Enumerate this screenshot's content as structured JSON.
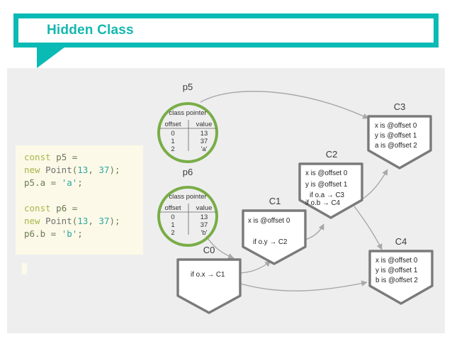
{
  "header": {
    "title": "Hidden Class"
  },
  "code": {
    "lines": [
      [
        {
          "t": "const",
          "c": "kw"
        },
        {
          "t": " p5 =",
          "c": "plain"
        }
      ],
      [
        {
          "t": "new",
          "c": "kw"
        },
        {
          "t": " ",
          "c": "plain"
        },
        {
          "t": "Point",
          "c": "fn"
        },
        {
          "t": "(",
          "c": "plain"
        },
        {
          "t": "13",
          "c": "num"
        },
        {
          "t": ", ",
          "c": "plain"
        },
        {
          "t": "37",
          "c": "num"
        },
        {
          "t": ");",
          "c": "plain"
        }
      ],
      [
        {
          "t": "p5.a = ",
          "c": "plain"
        },
        {
          "t": "'a'",
          "c": "str"
        },
        {
          "t": ";",
          "c": "plain"
        }
      ],
      [
        {
          "t": " ",
          "c": "plain"
        }
      ],
      [
        {
          "t": "const",
          "c": "kw"
        },
        {
          "t": " p6 =",
          "c": "plain"
        }
      ],
      [
        {
          "t": "new",
          "c": "kw"
        },
        {
          "t": " ",
          "c": "plain"
        },
        {
          "t": "Point",
          "c": "fn"
        },
        {
          "t": "(",
          "c": "plain"
        },
        {
          "t": "13",
          "c": "num"
        },
        {
          "t": ", ",
          "c": "plain"
        },
        {
          "t": "37",
          "c": "num"
        },
        {
          "t": ");",
          "c": "plain"
        }
      ],
      [
        {
          "t": "p6.b = ",
          "c": "plain"
        },
        {
          "t": "'b'",
          "c": "str"
        },
        {
          "t": ";",
          "c": "plain"
        }
      ]
    ]
  },
  "objects": [
    {
      "id": "p5",
      "label": "p5",
      "class_pointer_label": "class pointer",
      "columns": [
        "offset",
        "value"
      ],
      "rows": [
        [
          "0",
          "13"
        ],
        [
          "1",
          "37"
        ],
        [
          "2",
          "'a'"
        ]
      ]
    },
    {
      "id": "p6",
      "label": "p6",
      "class_pointer_label": "class pointer",
      "columns": [
        "offset",
        "value"
      ],
      "rows": [
        [
          "0",
          "13"
        ],
        [
          "1",
          "37"
        ],
        [
          "2",
          "'b'"
        ]
      ]
    }
  ],
  "hidden_classes": [
    {
      "id": "C0",
      "label": "C0",
      "lines": [
        "",
        "if o.x → C1"
      ]
    },
    {
      "id": "C1",
      "label": "C1",
      "lines": [
        "x is @offset 0",
        "",
        "if o.y → C2"
      ]
    },
    {
      "id": "C2",
      "label": "C2",
      "lines": [
        "x is @offset 0",
        "y is @offset 1",
        "if o.a → C3",
        "if o.b → C4"
      ]
    },
    {
      "id": "C3",
      "label": "C3",
      "lines": [
        "x is @offset 0",
        "y is @offset 1",
        "a is @offset 2"
      ]
    },
    {
      "id": "C4",
      "label": "C4",
      "lines": [
        "x is @offset 0",
        "y is @offset 1",
        "b is @offset 2"
      ]
    }
  ],
  "colors": {
    "accent": "#0abab5",
    "panel": "#eeeeee",
    "object_stroke": "#79ad47",
    "class_stroke": "#7a7a7a",
    "arrow": "#a8a8a8",
    "code_bg": "#fdf9e8"
  }
}
